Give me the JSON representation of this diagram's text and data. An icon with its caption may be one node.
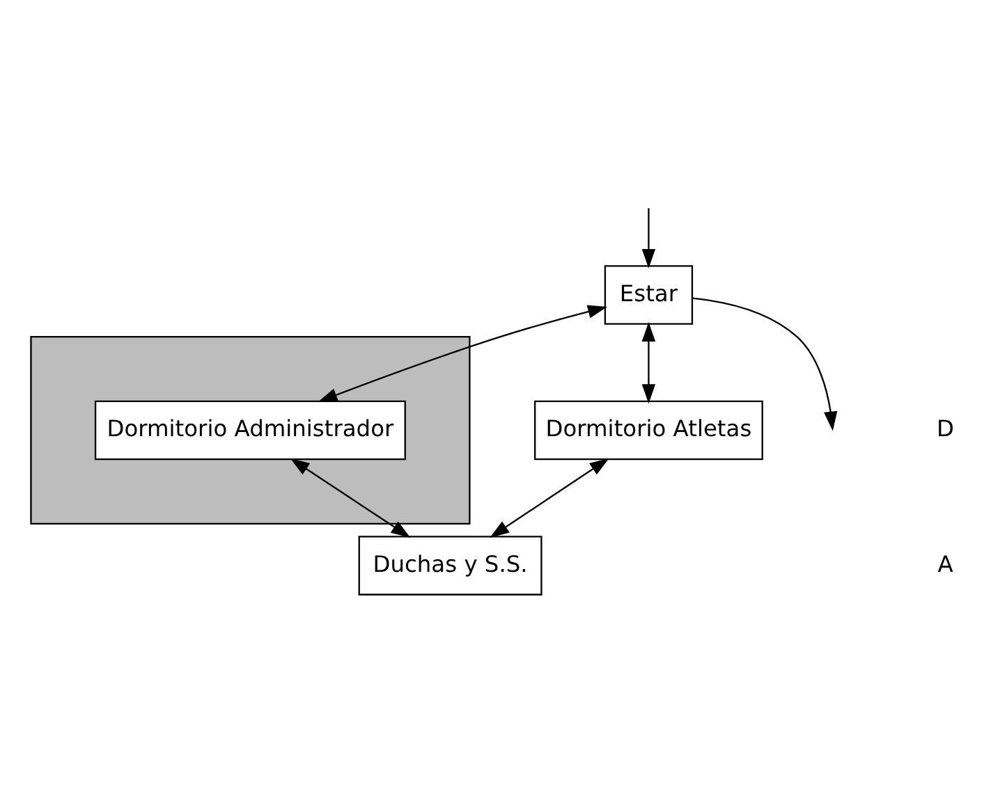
{
  "diagram": {
    "nodes": [
      {
        "text": [],
        "shape": "box"
      },
      {
        "text": [
          "Estar"
        ]
      },
      {
        "text": [
          "Dormitorio Atletas"
        ]
      },
      {
        "text": [
          "Dormitorio Administrador"
        ],
        "in": 0
      },
      {
        "text": [
          "Duchas y S.S."
        ]
      }
    ],
    "edges": [
      {
        "from": 1,
        "to": null,
        "arrow": "to"
      },
      {
        "from": null,
        "to": 1,
        "arrow": "to"
      },
      {
        "from": 1,
        "to": 2,
        "arrow": "both"
      },
      {
        "from": 1,
        "to": 3,
        "arrow": "both"
      },
      {
        "from": 3,
        "to": 4,
        "arrow": "both"
      },
      {
        "from": 2,
        "to": 4,
        "arrow": "both"
      }
    ],
    "labels": [
      "D",
      "A"
    ]
  }
}
